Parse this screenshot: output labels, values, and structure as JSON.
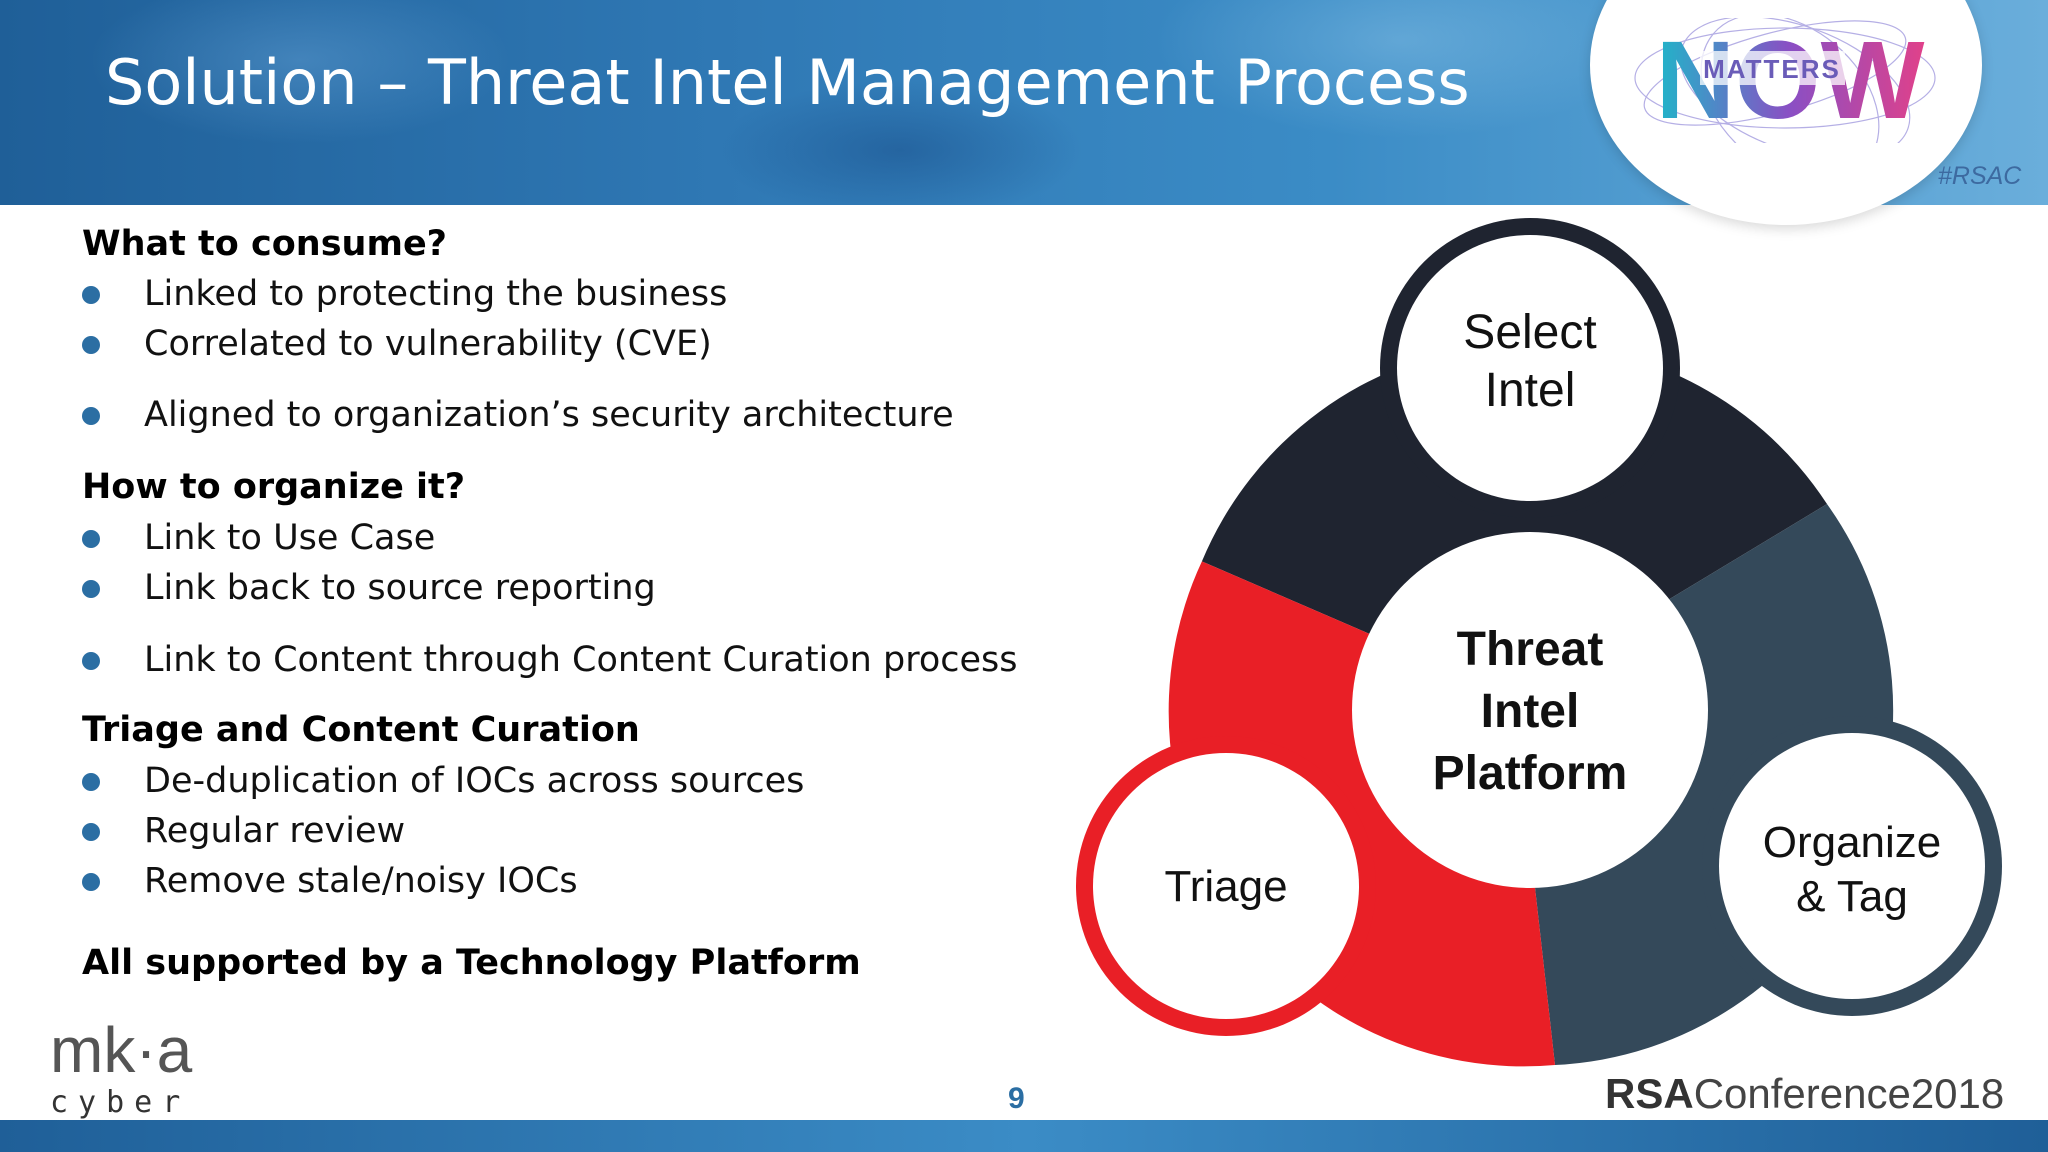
{
  "header": {
    "title": "Solution – Threat Intel Management Process",
    "badge_text": "MATTERS",
    "badge_word": "NOW",
    "hashtag": "#RSAC"
  },
  "sections": [
    {
      "heading": "What to consume?",
      "items": [
        "Linked to protecting the business",
        "Correlated to vulnerability (CVE)",
        "Aligned to organization’s security architecture"
      ]
    },
    {
      "heading": "How to organize it?",
      "items": [
        "Link to Use Case",
        "Link back to source reporting",
        "Link to Content through Content Curation process"
      ]
    },
    {
      "heading": "Triage and Content Curation",
      "items": [
        "De-duplication of IOCs across sources",
        "Regular review",
        "Remove stale/noisy IOCs"
      ]
    }
  ],
  "closing": "All supported by a Technology Platform",
  "diagram": {
    "center": [
      "Threat",
      "Intel",
      "Platform"
    ],
    "nodes": [
      {
        "lines": [
          "Select",
          "Intel"
        ],
        "color": "#1f2430"
      },
      {
        "lines": [
          "Organize",
          "& Tag"
        ],
        "color": "#34495a"
      },
      {
        "lines": [
          "Triage"
        ],
        "color": "#e91f26"
      }
    ]
  },
  "footer": {
    "logo_top": "mk·a",
    "logo_bottom": "cyber",
    "page_number": "9",
    "conference_brand": "RSA",
    "conference_suffix": "Conference2018"
  },
  "colors": {
    "bullet": "#2b6ea3",
    "dark_segment": "#1f2430",
    "slate_segment": "#34495a",
    "red_segment": "#e91f26"
  }
}
